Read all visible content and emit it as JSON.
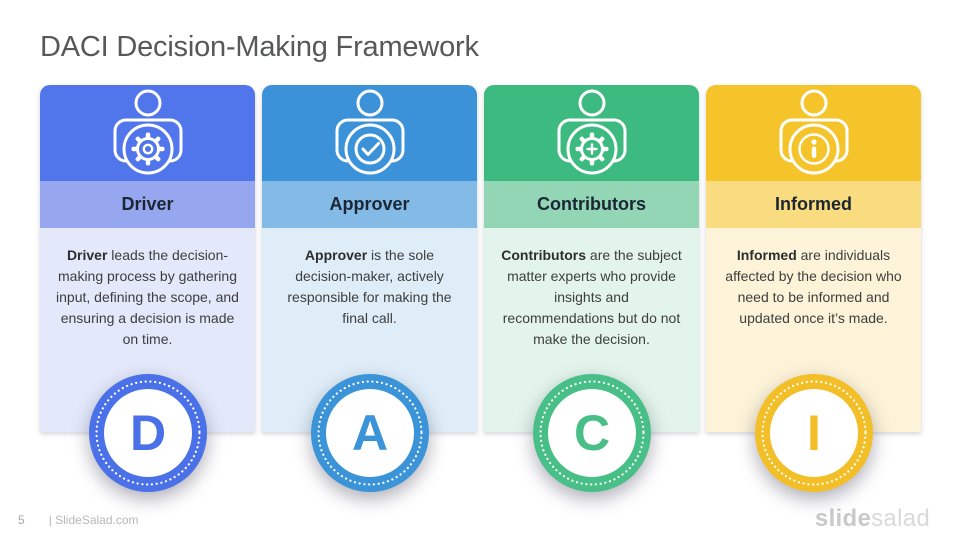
{
  "slide": {
    "title": "DACI Decision-Making Framework"
  },
  "footer": {
    "page_number": "5",
    "site_label": "| SlideSalad.com",
    "logo_bold": "slide",
    "logo_light": "salad"
  },
  "columns": [
    {
      "letter": "D",
      "title": "Driver",
      "lead": "Driver",
      "rest": " leads the decision-making process by gathering input, defining the scope, and ensuring a decision is made on time.",
      "icon": "person-gear-icon",
      "colors": {
        "header": "#5175EB",
        "band": "#97A7EF",
        "body": "#E3E8FA",
        "ring": "#4A71E8"
      }
    },
    {
      "letter": "A",
      "title": "Approver",
      "lead": "Approver",
      "rest": " is the sole decision-maker, actively responsible for making the final call.",
      "icon": "person-check-icon",
      "colors": {
        "header": "#3B92D8",
        "band": "#84BAE6",
        "body": "#DEEDF8",
        "ring": "#3B93D8"
      }
    },
    {
      "letter": "C",
      "title": "Contributors",
      "lead": "Contributors",
      "rest": " are the subject matter experts who provide insights and recommendations but do not make the decision.",
      "icon": "person-gear-plus-icon",
      "colors": {
        "header": "#3CBA80",
        "band": "#92D6B6",
        "body": "#E2F4EB",
        "ring": "#49BF88"
      }
    },
    {
      "letter": "I",
      "title": "Informed",
      "lead": "Informed",
      "rest": " are individuals affected by the decision who need to be informed and updated once it’s made.",
      "icon": "person-info-icon",
      "colors": {
        "header": "#F5C42A",
        "band": "#F9DC80",
        "body": "#FDF3D8",
        "ring": "#F3BF28"
      }
    }
  ]
}
